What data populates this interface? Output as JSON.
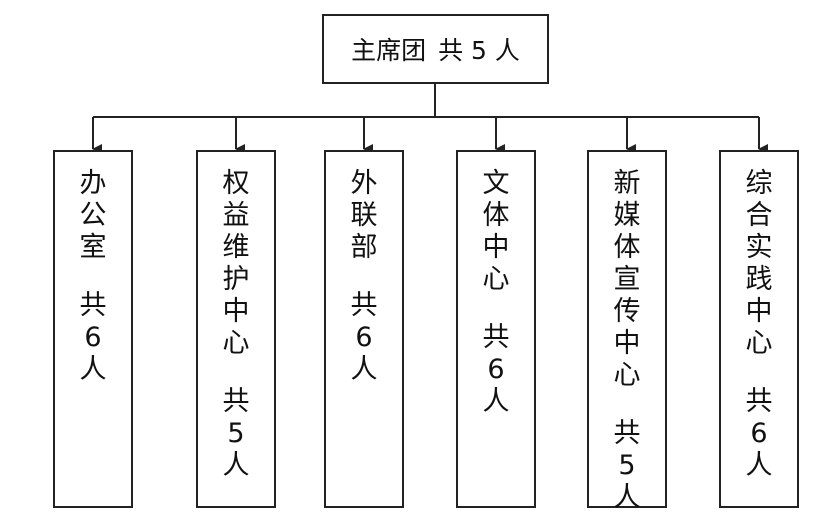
{
  "root": {
    "name": "主席团",
    "count": "共 5 人"
  },
  "departments": [
    {
      "name": "办公室",
      "count_label": "共",
      "count_value": "6",
      "count_unit": "人"
    },
    {
      "name": "权益维护中心",
      "count_label": "共",
      "count_value": "5",
      "count_unit": "人"
    },
    {
      "name": "外联部",
      "count_label": "共",
      "count_value": "6",
      "count_unit": "人"
    },
    {
      "name": "文体中心",
      "count_label": "共",
      "count_value": "6",
      "count_unit": "人"
    },
    {
      "name": "新媒体宣传中心",
      "count_label": "共",
      "count_value": "5",
      "count_unit": "人"
    },
    {
      "name": "综合实践中心",
      "count_label": "共",
      "count_value": "6",
      "count_unit": "人"
    }
  ]
}
